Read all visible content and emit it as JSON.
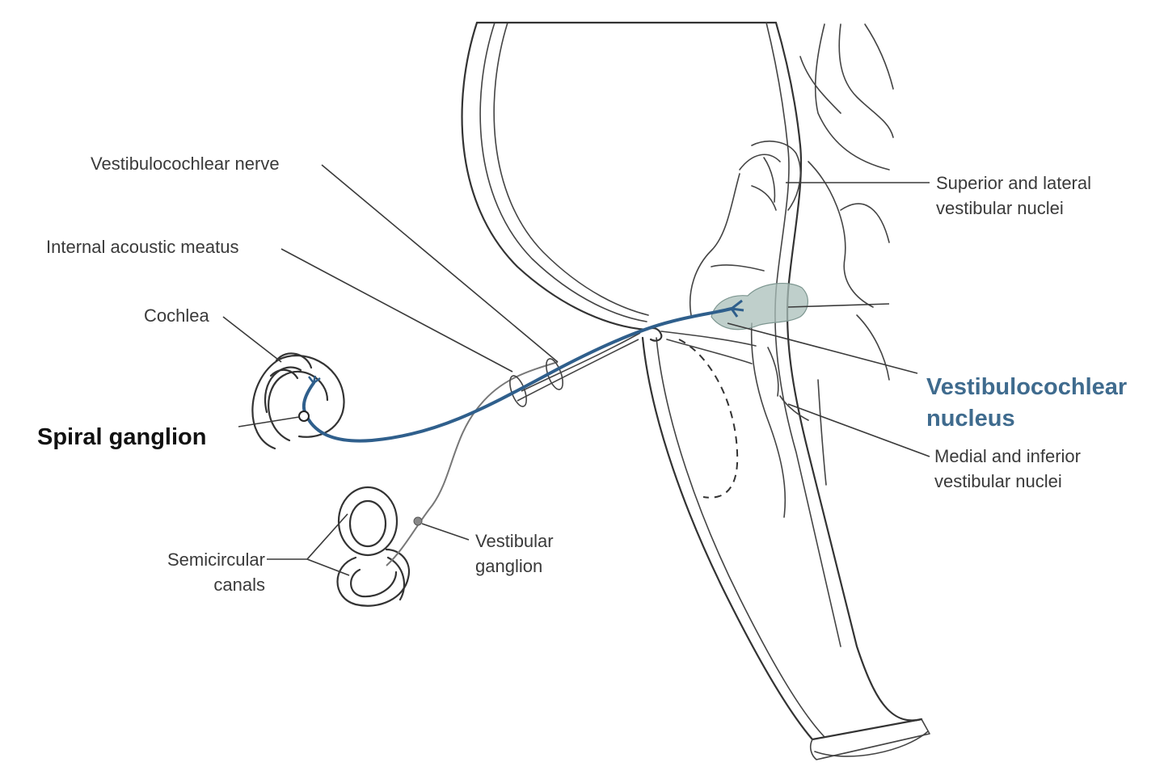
{
  "colors": {
    "accent": "#3f6b8e",
    "nerve": "#2f5f8c",
    "nucleus_fill": "#a9bfba",
    "line": "#3a3a3a"
  },
  "labels": {
    "vestibulocochlear_nerve": "Vestibulocochlear nerve",
    "internal_acoustic_meatus": "Internal acoustic meatus",
    "cochlea": "Cochlea",
    "spiral_ganglion": "Spiral ganglion",
    "semicircular_canals": [
      "Semicircular",
      "canals"
    ],
    "vestibular_ganglion": [
      "Vestibular",
      "ganglion"
    ],
    "superior_lateral": [
      "Superior and lateral",
      "vestibular nuclei"
    ],
    "vestibulocochlear_nucleus": [
      "Vestibulocochlear",
      "nucleus"
    ],
    "medial_inferior": [
      "Medial and inferior",
      "vestibular nuclei"
    ]
  }
}
